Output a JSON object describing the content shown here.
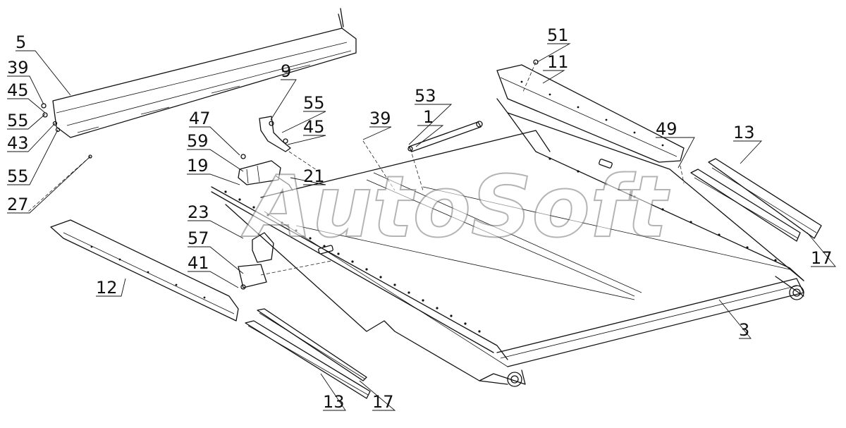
{
  "watermark": "AutoSoft",
  "labels": {
    "l5": "5",
    "l39a": "39",
    "l45a": "45",
    "l55a": "55",
    "l43": "43",
    "l55b": "55",
    "l27": "27",
    "l47": "47",
    "l59": "59",
    "l19": "19",
    "l9": "9",
    "l55c": "55",
    "l45b": "45",
    "l21": "21",
    "l39b": "39",
    "l53": "53",
    "l1": "1",
    "l51": "51",
    "l11": "11",
    "l49": "49",
    "l13a": "13",
    "l17a": "17",
    "l3": "3",
    "l23": "23",
    "l57": "57",
    "l41": "41",
    "l12": "12",
    "l13b": "13",
    "l17b": "17"
  }
}
